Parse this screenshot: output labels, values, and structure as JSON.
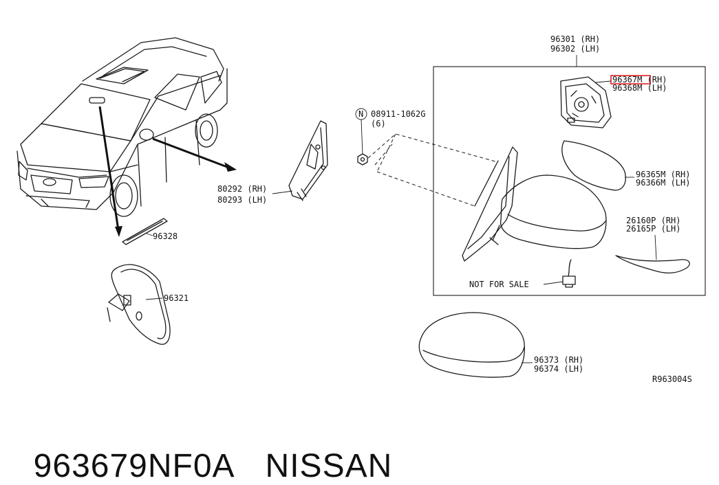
{
  "diagram": {
    "ref_code": "R963004S",
    "callouts": {
      "assembly_rh": "96301 (RH)",
      "assembly_lh": "96302 (LH)",
      "actuator_rh": "96367M (RH)",
      "actuator_lh": "96368M (LH)",
      "glass_rh": "96365M (RH)",
      "glass_lh": "96366M (LH)",
      "lamp_rh": "26160P (RH)",
      "lamp_lh": "26165P (LH)",
      "not_for_sale": "NOT FOR SALE",
      "cover_rh": "96373 (RH)",
      "cover_lh": "96374 (LH)",
      "nut_symbol": "N",
      "nut_part": "08911-1062G",
      "nut_qty": "(6)",
      "finisher_rh": "80292 (RH)",
      "finisher_lh": "80293 (LH)",
      "seal": "96328",
      "inner_mirror": "96321"
    },
    "highlight_color": "#e02020"
  },
  "footer": {
    "part_number": "963679NF0A",
    "brand": "NISSAN"
  }
}
